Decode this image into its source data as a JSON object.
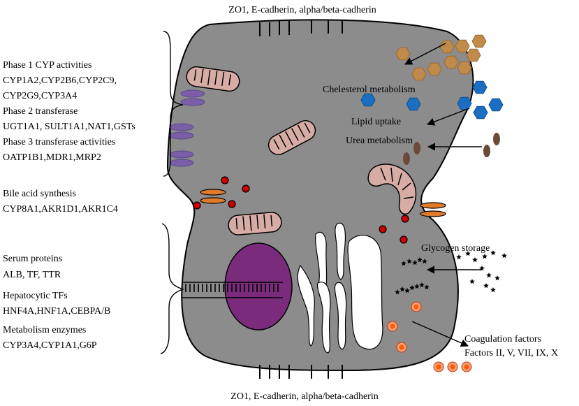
{
  "membrane_markers": {
    "top": "ZO1, E-cadherin, alpha/beta-cadherin",
    "bottom": "ZO1, E-cadherin, alpha/beta-cadherin"
  },
  "left_upper": {
    "lines": [
      "Phase 1 CYP activities",
      "CYP1A2,CYP2B6,CYP2C9,",
      "CYP2G9,CYP3A4",
      "Phase 2 transferase",
      "UGT1A1, SULT1A1,NAT1,GSTs",
      "Phase 3 transferase activities",
      "OATP1B1,MDR1,MRP2"
    ]
  },
  "left_middle": {
    "lines": [
      "Bile acid synthesis",
      "CYP8A1,AKR1D1,AKR1C4"
    ]
  },
  "left_lower": {
    "groups": [
      {
        "title": "Serum proteins",
        "items": "ALB, TF, TTR"
      },
      {
        "title": "Hepatocytic TFs",
        "items": "HNF4A,HNF1A,CEBPA/B"
      },
      {
        "title": "Metabolism enzymes",
        "items": "CYP3A4,CYP1A1,G6P"
      }
    ]
  },
  "inner_labels": {
    "cholesterol": "Chelesterol metabolism",
    "lipid": "Lipid uptake",
    "urea": "Urea metabolism",
    "glycogen": "Glycogen storage"
  },
  "coagulation": {
    "title": "Coagulation factors",
    "items": "Factors II, V, VII, IX, X"
  },
  "colors": {
    "cell": "#8c8c8c",
    "mitochondria": "#d6aca5",
    "nucleus": "#7b2b7b",
    "lipid_hex": "#c08a4a",
    "cholesterol_hex": "#1a6fc4",
    "urea": "#6b4a3a",
    "transporter": "#7a5fa8",
    "bile_channel": "#e07b2a",
    "bile_acid": "#cc0000",
    "coag_fill": "#ff5a00",
    "coag_ring": "#f3a07a"
  }
}
